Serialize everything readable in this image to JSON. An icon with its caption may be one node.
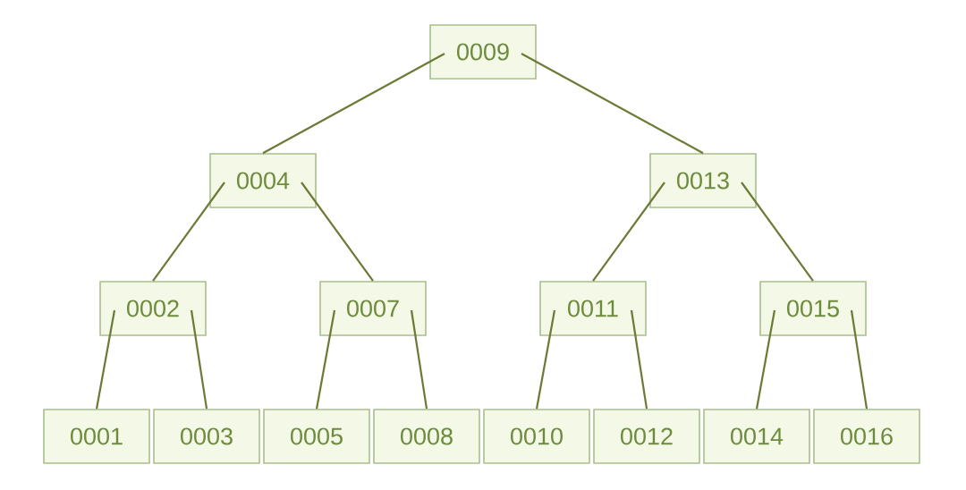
{
  "diagram": {
    "nodes": [
      {
        "text": [
          "0009"
        ]
      },
      {
        "text": [
          "0004"
        ]
      },
      {
        "text": [
          "0013"
        ]
      },
      {
        "text": [
          "0002"
        ]
      },
      {
        "text": [
          "0007"
        ]
      },
      {
        "text": [
          "0011"
        ]
      },
      {
        "text": [
          "0015"
        ]
      },
      {
        "text": [
          "0001"
        ]
      },
      {
        "text": [
          "0003"
        ]
      },
      {
        "text": [
          "0005"
        ]
      },
      {
        "text": [
          "0008"
        ]
      },
      {
        "text": [
          "0010"
        ]
      },
      {
        "text": [
          "0012"
        ]
      },
      {
        "text": [
          "0014"
        ]
      },
      {
        "text": [
          "0016"
        ]
      }
    ],
    "edges": [
      {
        "from": 0,
        "to": 1,
        "arrow": "none"
      },
      {
        "from": 0,
        "to": 2,
        "arrow": "none"
      },
      {
        "from": 1,
        "to": 3,
        "arrow": "none"
      },
      {
        "from": 1,
        "to": 4,
        "arrow": "none"
      },
      {
        "from": 2,
        "to": 5,
        "arrow": "none"
      },
      {
        "from": 2,
        "to": 6,
        "arrow": "none"
      },
      {
        "from": 3,
        "to": 7,
        "arrow": "none"
      },
      {
        "from": 3,
        "to": 8,
        "arrow": "none"
      },
      {
        "from": 4,
        "to": 9,
        "arrow": "none"
      },
      {
        "from": 4,
        "to": 10,
        "arrow": "none"
      },
      {
        "from": 5,
        "to": 11,
        "arrow": "none"
      },
      {
        "from": 5,
        "to": 12,
        "arrow": "none"
      },
      {
        "from": 6,
        "to": 13,
        "arrow": "none"
      },
      {
        "from": 6,
        "to": 14,
        "arrow": "none"
      }
    ]
  }
}
